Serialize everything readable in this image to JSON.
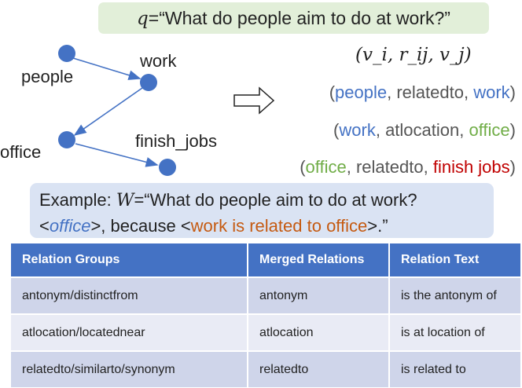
{
  "question": {
    "var": "q",
    "text": "=“What do people aim to do at work?”"
  },
  "graph": {
    "nodes": {
      "people": "people",
      "work": "work",
      "office": "office",
      "finish_jobs": "finish_jobs"
    },
    "edges": [
      {
        "from": "people",
        "to": "work"
      },
      {
        "from": "work",
        "to": "office"
      },
      {
        "from": "office",
        "to": "finish_jobs"
      }
    ],
    "colors": {
      "node": "#4472c4",
      "edge": "#4472c4"
    }
  },
  "tuple_header": "(v_i, r_ij, v_j)",
  "triples": [
    {
      "open": "(",
      "head": "people",
      "comma1": ", ",
      "rel": "relatedto",
      "comma2": ", ",
      "tail": "work",
      "close": ")"
    },
    {
      "open": "(",
      "head": "work",
      "comma1": ", ",
      "rel": "atlocation",
      "comma2": ", ",
      "tail": "office",
      "close": ")"
    },
    {
      "open": "(",
      "head": "office",
      "comma1": ", ",
      "rel": "relatedto",
      "comma2": ", ",
      "tail": "finish jobs",
      "close": ")"
    }
  ],
  "example": {
    "prefix": "Example: ",
    "var": "W",
    "line1_text": "=“What do people aim to do at work?",
    "lt": "<",
    "answer": "office",
    "mid": ">, because <",
    "reason": "work is related to office",
    "end": ">.”"
  },
  "table": {
    "headers": [
      "Relation Groups",
      "Merged Relations",
      "Relation Text"
    ],
    "rows": [
      [
        "antonym/distinctfrom",
        "antonym",
        "is the antonym of"
      ],
      [
        "atlocation/locatednear",
        "atlocation",
        "is at location of"
      ],
      [
        "relatedto/similarto/synonym",
        "relatedto",
        "is related to"
      ]
    ]
  },
  "colors": {
    "question_bg": "#e2efd9",
    "example_bg": "#dae3f3",
    "table_header_bg": "#4472c4",
    "row_odd_bg": "#cfd5ea",
    "row_even_bg": "#e9ebf5",
    "blue_text": "#4472c4",
    "green_text": "#70ad47",
    "red_text": "#c00000",
    "orange_text": "#c55a11"
  }
}
